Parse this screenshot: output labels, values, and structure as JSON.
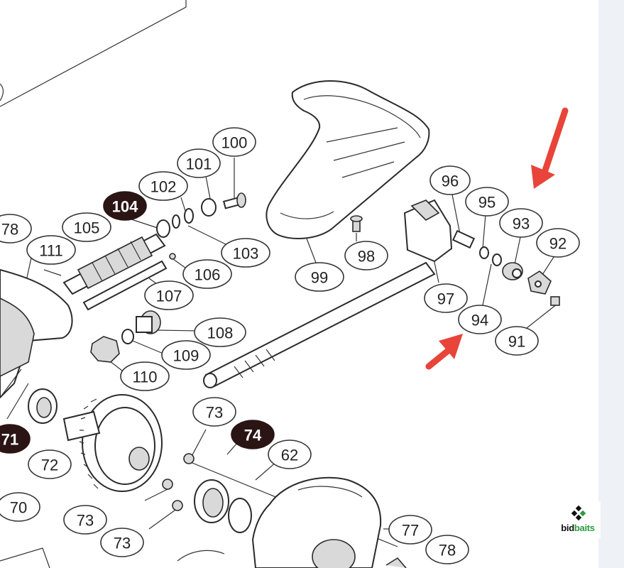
{
  "diagram": {
    "type": "exploded parts diagram",
    "callouts": [
      "78",
      "111",
      "105",
      "104",
      "102",
      "101",
      "100",
      "103",
      "106",
      "107",
      "108",
      "109",
      "110",
      "99",
      "98",
      "96",
      "95",
      "93",
      "92",
      "97",
      "94",
      "91",
      "73",
      "74",
      "62",
      "71",
      "72",
      "70",
      "77"
    ],
    "highlighted_callouts": [
      "104",
      "74",
      "71"
    ],
    "annotation_arrows": {
      "count": 2,
      "color": "#e8443a",
      "pointing_at": [
        "93",
        "94"
      ]
    }
  },
  "branding": {
    "logo_text_part1": "bid",
    "logo_text_part2": "baits",
    "accent_color": "#2a9d3e",
    "mark_color": "#111111"
  },
  "colors": {
    "line": "#2a2a2a",
    "arrow": "#e8443a",
    "highlight_callout": "#2b1414",
    "panel": "#eef1f5"
  }
}
